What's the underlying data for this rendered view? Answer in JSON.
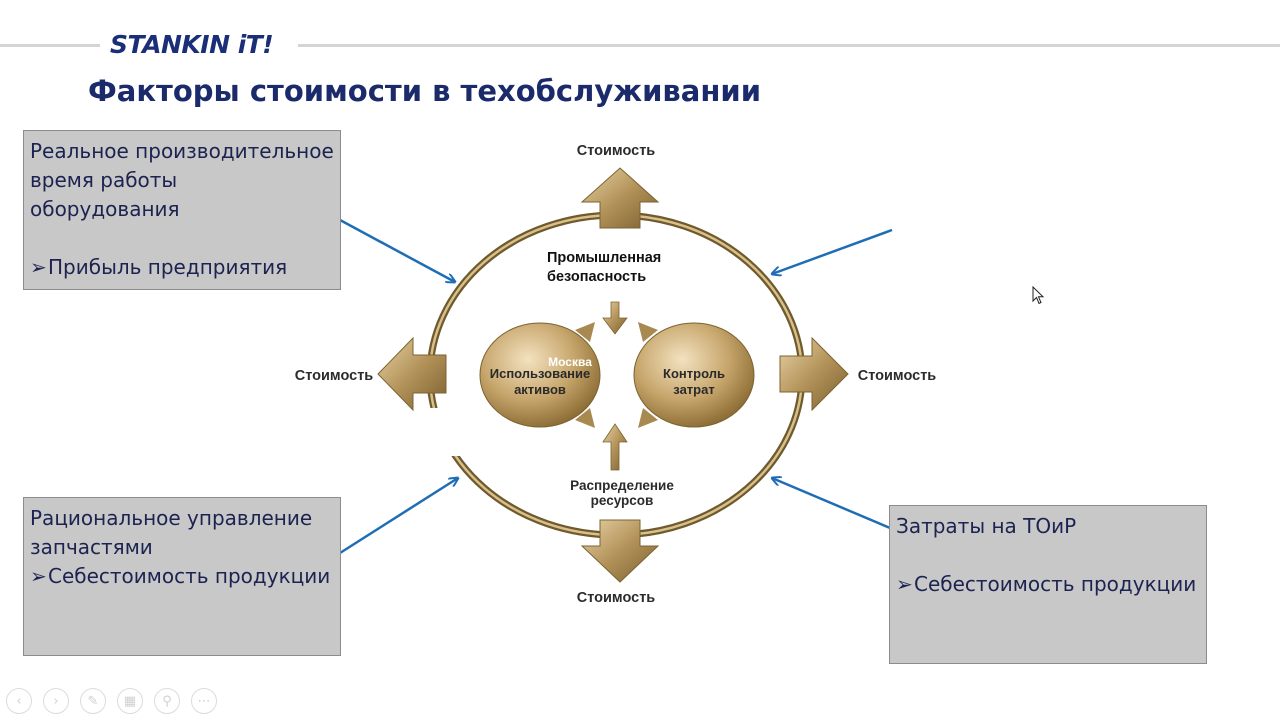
{
  "logo": "STANKIN iT!",
  "slide_title": "Факторы стоимости в техобслуживании",
  "boxes": {
    "top_left": {
      "lines": [
        "Реальное производительное",
        "время работы",
        "оборудования"
      ],
      "bullet": "Прибыль предприятия"
    },
    "bottom_left": {
      "lines": [
        "Рациональное управление",
        "запчастями"
      ],
      "bullet": "Себестоимость продукции"
    },
    "bottom_right": {
      "lines": [
        "Затраты на ТОиР"
      ],
      "bullet": "Себестоимость продукции"
    }
  },
  "diagram": {
    "cost_top": "Стоимость",
    "cost_left": "Стоимость",
    "cost_right": "Стоимость",
    "cost_bottom": "Стоимость",
    "safety_line1": "Промышленная",
    "safety_line2": "безопасность",
    "assets_line1": "Использование",
    "assets_line2": "активов",
    "overlay": "Москва",
    "control_line1": "Контроль",
    "control_line2": "затрат",
    "resources_line1": "Распределение",
    "resources_line2": "ресурсов"
  },
  "bullet_symbol": "➢",
  "controls": [
    "prev-icon",
    "next-icon",
    "pen-icon",
    "slides-icon",
    "zoom-icon",
    "more-icon"
  ],
  "colors": {
    "title": "#1b2a6b",
    "logo": "#1a2f78",
    "box_fill": "#c8c8c8",
    "connector": "#1f6db5",
    "gold": "#a8894f"
  }
}
